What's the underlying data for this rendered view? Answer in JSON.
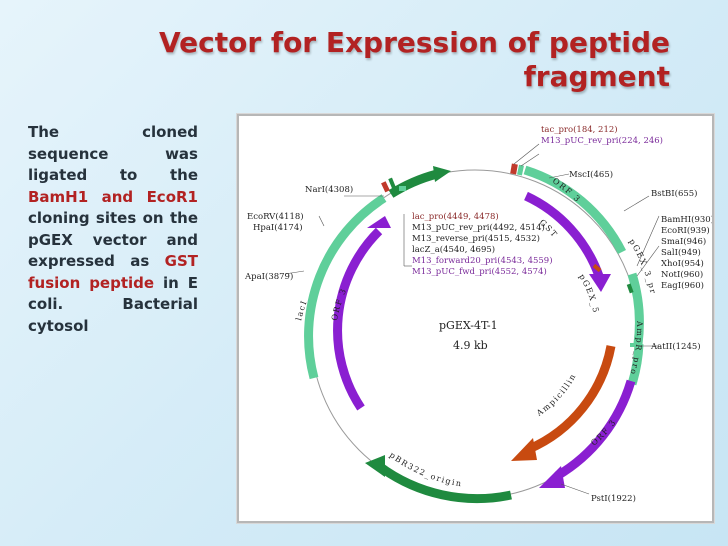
{
  "slide": {
    "title_line1": "Vector for Expression of peptide",
    "title_line2": "fragment",
    "body": [
      {
        "text": "The cloned sequence was ligated to the ",
        "style": "normal"
      },
      {
        "text": "BamH1 and EcoR1",
        "style": "hl"
      },
      {
        "text": " cloning sites on the pGEX vector and expressed as ",
        "style": "normal"
      },
      {
        "text": "GST fusion peptide",
        "style": "hl"
      },
      {
        "text": " in E coli. Bacterial cytosol",
        "style": "normal"
      }
    ]
  },
  "plasmid": {
    "name": "pGEX-4T-1",
    "size": "4.9 kb",
    "colors": {
      "teal": "#5fcf9a",
      "purple": "#8a1fd1",
      "green": "#1f8a3f",
      "orange": "#c84a10",
      "red": "#c0392b",
      "backbone": "#9a9a9a"
    },
    "left_sites": [
      {
        "label": "NarI(4308)"
      },
      {
        "label": "EcoRV(4118)"
      },
      {
        "label": "HpaI(4174)"
      },
      {
        "label": "ApaI(3879)"
      }
    ],
    "right_sites": [
      {
        "label": "MscI(465)"
      },
      {
        "label": "BstBI(655)"
      },
      {
        "label": "BamHI(930)"
      },
      {
        "label": "EcoRI(939)"
      },
      {
        "label": "SmaI(946)"
      },
      {
        "label": "SalI(949)"
      },
      {
        "label": "XhoI(954)"
      },
      {
        "label": "NotI(960)"
      },
      {
        "label": "EagI(960)"
      },
      {
        "label": "AatII(1245)"
      },
      {
        "label": "PstI(1922)"
      }
    ],
    "top_primers": [
      {
        "label": "tac_pro(184, 212)"
      },
      {
        "label": "M13_pUC_rev_pri(224, 246)"
      }
    ],
    "inner_primers": [
      {
        "label": "lac_pro(4449, 4478)",
        "color": "red"
      },
      {
        "label": "M13_pUC_rev_pri(4492, 4514)",
        "color": "gray"
      },
      {
        "label": "M13_reverse_pri(4515, 4532)",
        "color": "gray"
      },
      {
        "label": "lacZ_a(4540, 4695)",
        "color": "gray"
      },
      {
        "label": "M13_forward20_pri(4543, 4559)",
        "color": "purple"
      },
      {
        "label": "M13_pUC_fwd_pri(4552, 4574)",
        "color": "purple"
      }
    ],
    "features": {
      "orf3_top": "ORF 3",
      "gst": "GST",
      "pgex5": "pGEX_5_pri",
      "pgex3": "pGEX_3_pri",
      "laci": "lacI",
      "orf3_left": "ORF 3",
      "ampr_pro": "AmpR_pro",
      "ampicillin": "Ampicillin",
      "orf3_bottom": "ORF 3",
      "pbr322": "pBR322_origin"
    }
  }
}
